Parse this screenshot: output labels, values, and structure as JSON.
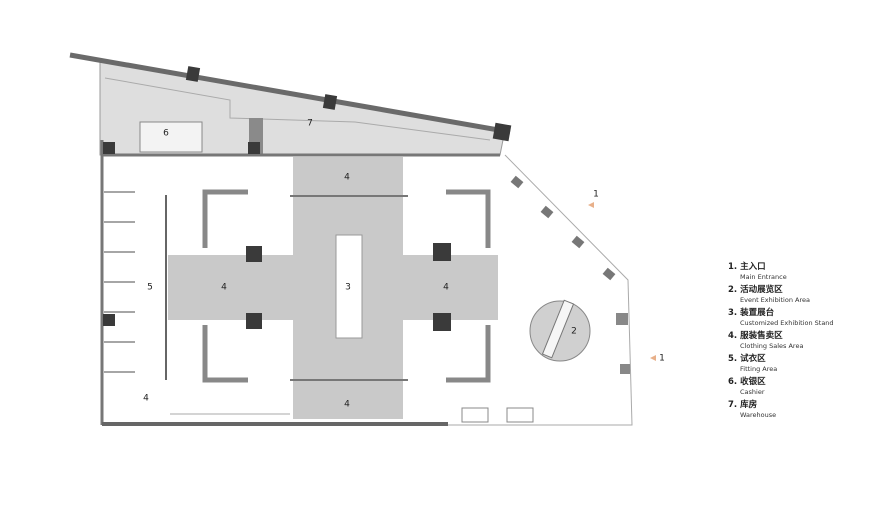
{
  "plan": {
    "zone_labels": [
      {
        "id": "warehouse",
        "text": "7"
      },
      {
        "id": "cashier",
        "text": "6"
      },
      {
        "id": "fitting",
        "text": "5"
      },
      {
        "id": "stand",
        "text": "3"
      },
      {
        "id": "sales_top",
        "text": "4"
      },
      {
        "id": "sales_bottom",
        "text": "4"
      },
      {
        "id": "sales_left",
        "text": "4"
      },
      {
        "id": "sales_right",
        "text": "4"
      },
      {
        "id": "sales_corner",
        "text": "4"
      },
      {
        "id": "event",
        "text": "2"
      },
      {
        "id": "entrance_1",
        "text": "1"
      },
      {
        "id": "entrance_2",
        "text": "1"
      }
    ],
    "colors": {
      "wall": "#707070",
      "zone_gray": "#c8c8c8",
      "warehouse_fill": "#dcdcdc",
      "column": "#3a3a3a",
      "entrance_arrow": "#e8b08a"
    }
  },
  "legend": [
    {
      "cn": "1. 主入口",
      "en": "Main Entrance"
    },
    {
      "cn": "2. 活动展览区",
      "en": "Event Exhibition Area"
    },
    {
      "cn": "3. 装置展台",
      "en": "Customized Exhibition Stand"
    },
    {
      "cn": "4. 服装售卖区",
      "en": "Clothing Sales Area"
    },
    {
      "cn": "5. 试衣区",
      "en": "Fitting Area"
    },
    {
      "cn": "6. 收银区",
      "en": "Cashier"
    },
    {
      "cn": "7. 库房",
      "en": "Warehouse"
    }
  ]
}
